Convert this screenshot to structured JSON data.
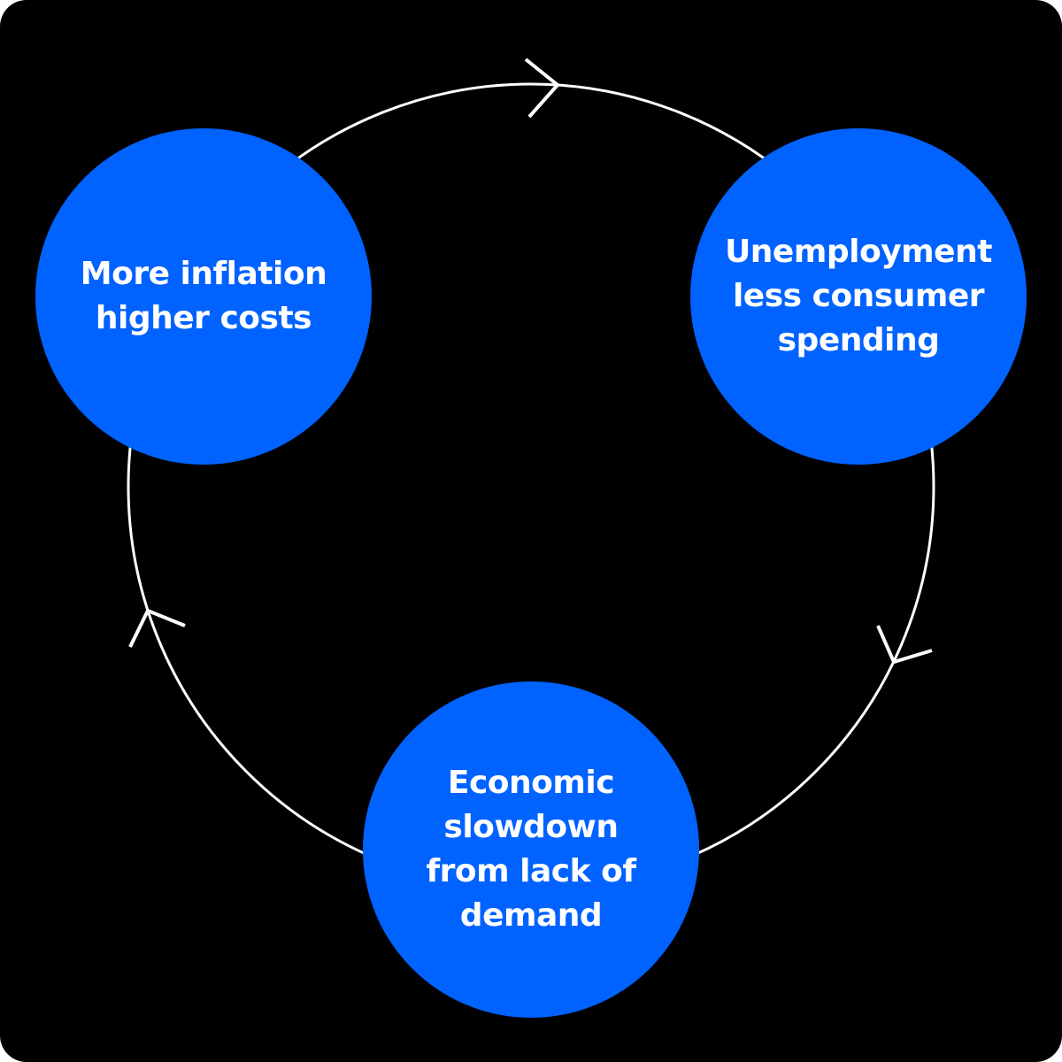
{
  "colors": {
    "background": "#000000",
    "node_fill": "#0062FF",
    "node_text": "#FFFFFF",
    "cycle_line": "#FFFFFF"
  },
  "nodes": [
    {
      "id": "top-left",
      "label": "More inflation\nhigher costs"
    },
    {
      "id": "top-right",
      "label": "Unemployment\nless consumer\nspending"
    },
    {
      "id": "bottom",
      "label": "Economic\nslowdown\nfrom lack of\ndemand"
    }
  ],
  "cycle_direction": "clockwise"
}
